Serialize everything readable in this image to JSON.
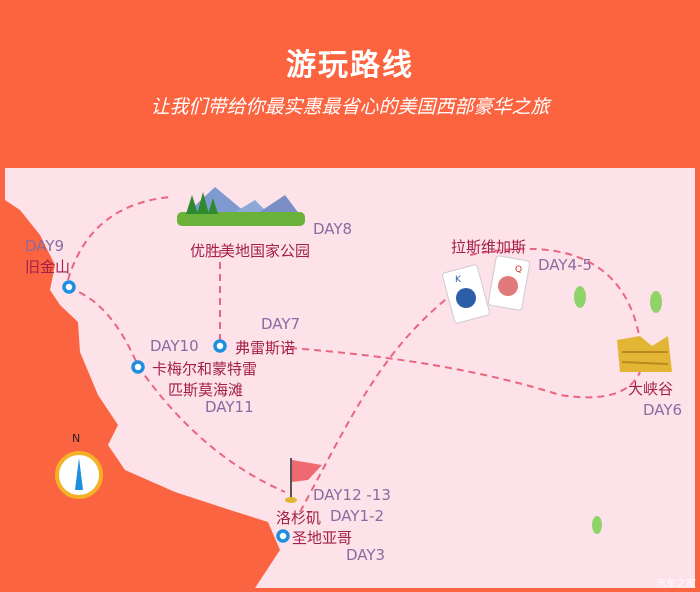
{
  "header": {
    "title": "游玩路线",
    "subtitle": "让我们带给你最实惠最省心的美国西部豪华之旅"
  },
  "compass": {
    "label": "N"
  },
  "stops": {
    "sf": {
      "city": "旧金山",
      "day": "DAY9"
    },
    "yosemite": {
      "city": "优胜美地国家公园",
      "day": "DAY8"
    },
    "fresno": {
      "city": "弗雷斯诺",
      "day": "DAY7",
      "day2": "DAY10"
    },
    "carmel": {
      "city1": "卡梅尔和蒙特雷",
      "city2": "匹斯莫海滩",
      "day": "DAY11"
    },
    "vegas": {
      "city": "拉斯维加斯",
      "day": "DAY4-5"
    },
    "canyon": {
      "city": "大峡谷",
      "day": "DAY6"
    },
    "la": {
      "city": "洛杉矶",
      "day": "DAY1-2",
      "day2": "DAY12 -13"
    },
    "sd": {
      "city": "圣地亚哥",
      "day": "DAY3"
    }
  },
  "cards": {
    "k": "K",
    "q": "Q"
  },
  "watermark": "汽车之家",
  "colors": {
    "orange": "#fb6440",
    "land": "#fde2ea",
    "route": "#e8677e",
    "marker": "#1e8fe0"
  }
}
